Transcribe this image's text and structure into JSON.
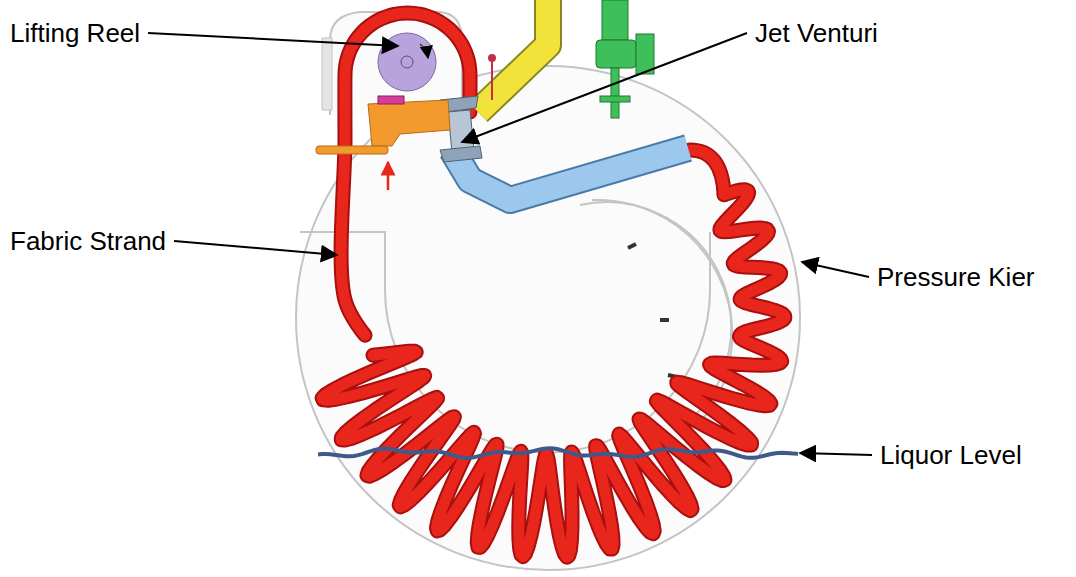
{
  "diagram": {
    "labels": [
      "Lifting Reel",
      "Jet Venturi",
      "Pressure Kier",
      "Fabric Strand",
      "Liquor Level"
    ]
  }
}
